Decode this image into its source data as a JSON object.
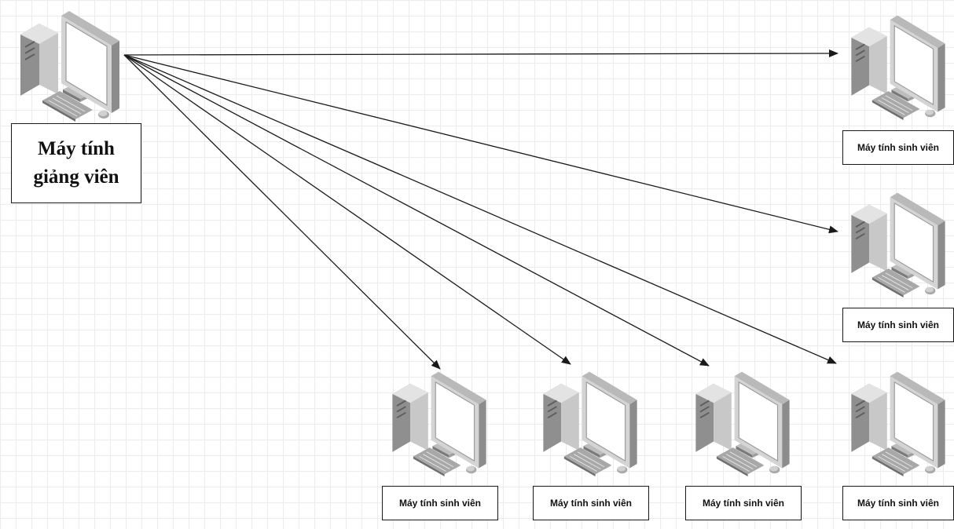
{
  "teacher": {
    "label": "Máy tính giảng viên",
    "icon": "desktop-computer-icon"
  },
  "students": [
    {
      "id": "s1",
      "label": "Máy tính sinh viên",
      "icon": "desktop-computer-icon"
    },
    {
      "id": "s2",
      "label": "Máy tính sinh viên",
      "icon": "desktop-computer-icon"
    },
    {
      "id": "s3",
      "label": "Máy tính sinh viên",
      "icon": "desktop-computer-icon"
    },
    {
      "id": "s4",
      "label": "Máy tính sinh viên",
      "icon": "desktop-computer-icon"
    },
    {
      "id": "s5",
      "label": "Máy tính sinh viên",
      "icon": "desktop-computer-icon"
    },
    {
      "id": "s6",
      "label": "Máy tính sinh viên",
      "icon": "desktop-computer-icon"
    }
  ],
  "connections": [
    {
      "from": "teacher",
      "to": "s1"
    },
    {
      "from": "teacher",
      "to": "s2"
    },
    {
      "from": "teacher",
      "to": "s3"
    },
    {
      "from": "teacher",
      "to": "s4"
    },
    {
      "from": "teacher",
      "to": "s5"
    },
    {
      "from": "teacher",
      "to": "s6"
    }
  ],
  "colors": {
    "arrow": "#1a1a1a",
    "grid": "#ececec",
    "box_border": "#1a1a1a"
  }
}
